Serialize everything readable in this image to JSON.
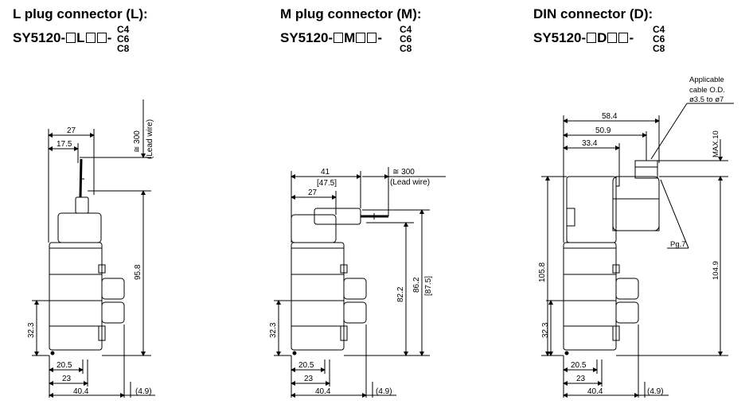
{
  "panels": [
    {
      "title": "L plug connector (L):",
      "model_prefix": "SY5120-",
      "model_letter": "L",
      "model_dash": "-",
      "options": [
        "C4",
        "C6",
        "C8"
      ],
      "dims": {
        "w27": "27",
        "w17_5": "17.5",
        "lead": "≅ 300",
        "lead_label": "(Lead wire)",
        "h95_8": "95.8",
        "h32_3": "32.3",
        "w20_5": "20.5",
        "w23": "23",
        "w40_4": "40.4",
        "w4_9": "(4.9)"
      }
    },
    {
      "title": "M plug connector (M):",
      "model_prefix": "SY5120-",
      "model_letter": "M",
      "model_dash": "-",
      "options": [
        "C4",
        "C6",
        "C8"
      ],
      "dims": {
        "w41": "41",
        "w47_5": "[47.5]",
        "w27": "27",
        "lead": "≅ 300",
        "lead_label": "(Lead wire)",
        "h82_2": "82.2",
        "h86_2": "86.2",
        "h87_5": "[87.5]",
        "h32_3": "32.3",
        "w20_5": "20.5",
        "w23": "23",
        "w40_4": "40.4",
        "w4_9": "(4.9)"
      }
    },
    {
      "title": "DIN connector (D):",
      "model_prefix": "SY5120-",
      "model_letter": "D",
      "model_dash": "-",
      "options": [
        "C4",
        "C6",
        "C8"
      ],
      "dims": {
        "applicable": "Applicable",
        "cable_od": "cable O.D.",
        "range": "ø3.5 to ø7",
        "w58_4": "58.4",
        "w50_9": "50.9",
        "w33_4": "33.4",
        "max10": "MAX.10",
        "pg7": "Pg.7",
        "h105_8": "105.8",
        "h104_9": "104.9",
        "h32_3": "32.3",
        "w20_5": "20.5",
        "w23": "23",
        "w40_4": "40.4",
        "w4_9": "(4.9)"
      }
    }
  ]
}
